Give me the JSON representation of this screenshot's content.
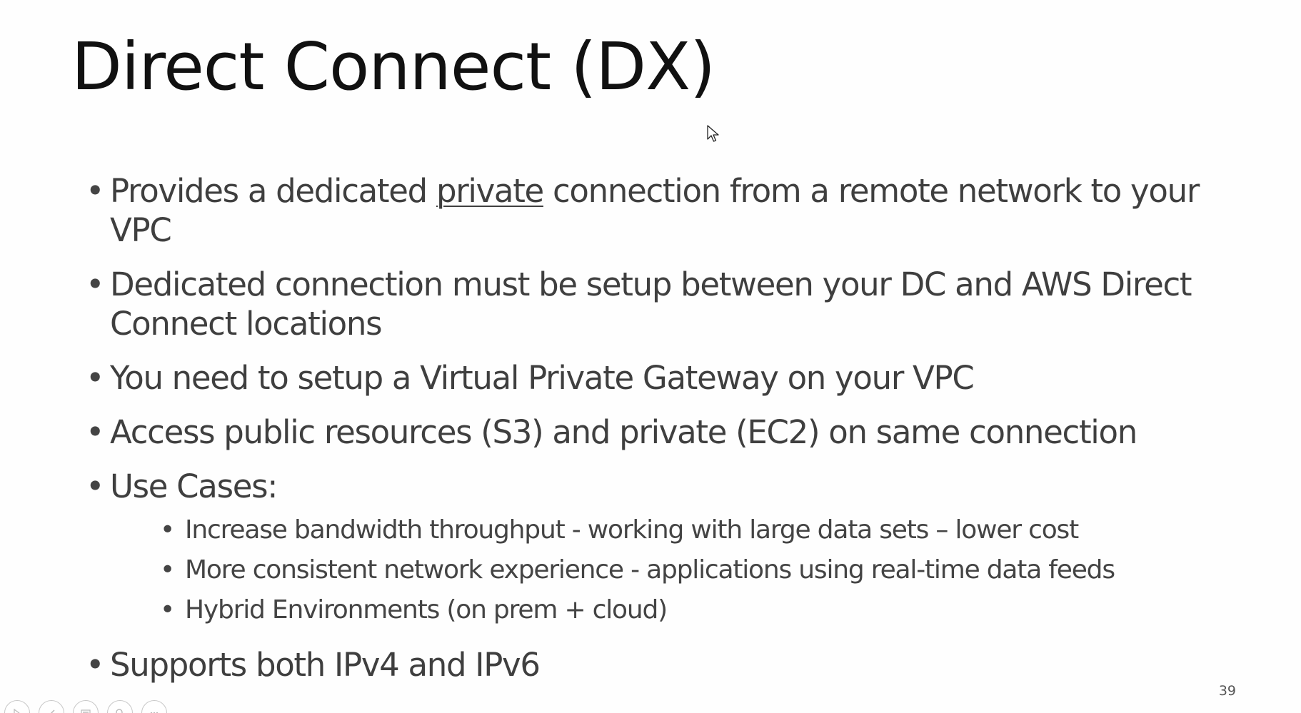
{
  "slide": {
    "title": "Direct Connect (DX)",
    "page_number": "39",
    "bullets": [
      {
        "before": "Provides a dedicated ",
        "emphasis": "private",
        "after": " connection from a remote network to your VPC"
      },
      {
        "text": "Dedicated connection must be setup between your DC and AWS Direct Connect locations"
      },
      {
        "text": "You need to setup a Virtual Private Gateway on your VPC"
      },
      {
        "text": "Access public resources (S3) and private (EC2) on same connection"
      },
      {
        "text": "Use Cases:",
        "sub": [
          "Increase bandwidth throughput - working with large data sets – lower cost",
          "More consistent network experience - applications using real-time data feeds",
          "Hybrid Environments (on prem + cloud)"
        ]
      },
      {
        "text": "Supports both IPv4 and IPv6"
      }
    ]
  },
  "tools": [
    "pointer-icon",
    "pen-icon",
    "slides-icon",
    "zoom-icon",
    "more-icon"
  ]
}
